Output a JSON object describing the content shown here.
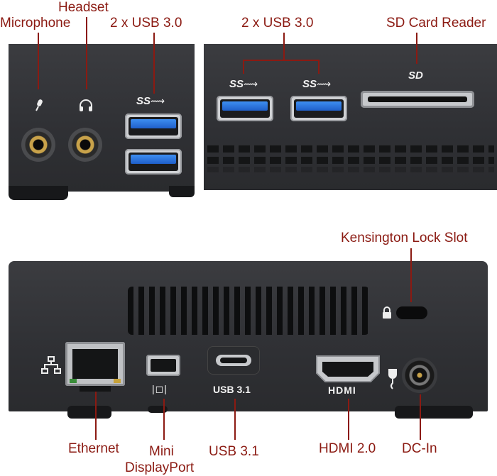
{
  "labels": {
    "microphone": "Microphone",
    "headset": "Headset",
    "usb30_left": "2 x USB 3.0",
    "usb30_right": "2 x USB 3.0",
    "sd_card_reader": "SD Card Reader",
    "kensington": "Kensington Lock Slot",
    "ethernet": "Ethernet",
    "mini_line1": "Mini",
    "mini_line2": "DisplayPort",
    "usb31": "USB 3.1",
    "hdmi": "HDMI 2.0",
    "dcin": "DC-In"
  },
  "device_markings": {
    "usb31": "USB 3.1",
    "hdmi_logo": "HDMI",
    "sd_logo": "SD",
    "ss_logo": "SS",
    "mdp_glyph": "|◻|"
  },
  "icons": [
    "microphone-icon",
    "headset-icon",
    "network-icon",
    "lock-icon",
    "power-plug-icon",
    "usb-ss-icon"
  ],
  "colors": {
    "label": "#8b1a12",
    "usb_blue": "#2f7ae5",
    "chassis": "#333438"
  }
}
